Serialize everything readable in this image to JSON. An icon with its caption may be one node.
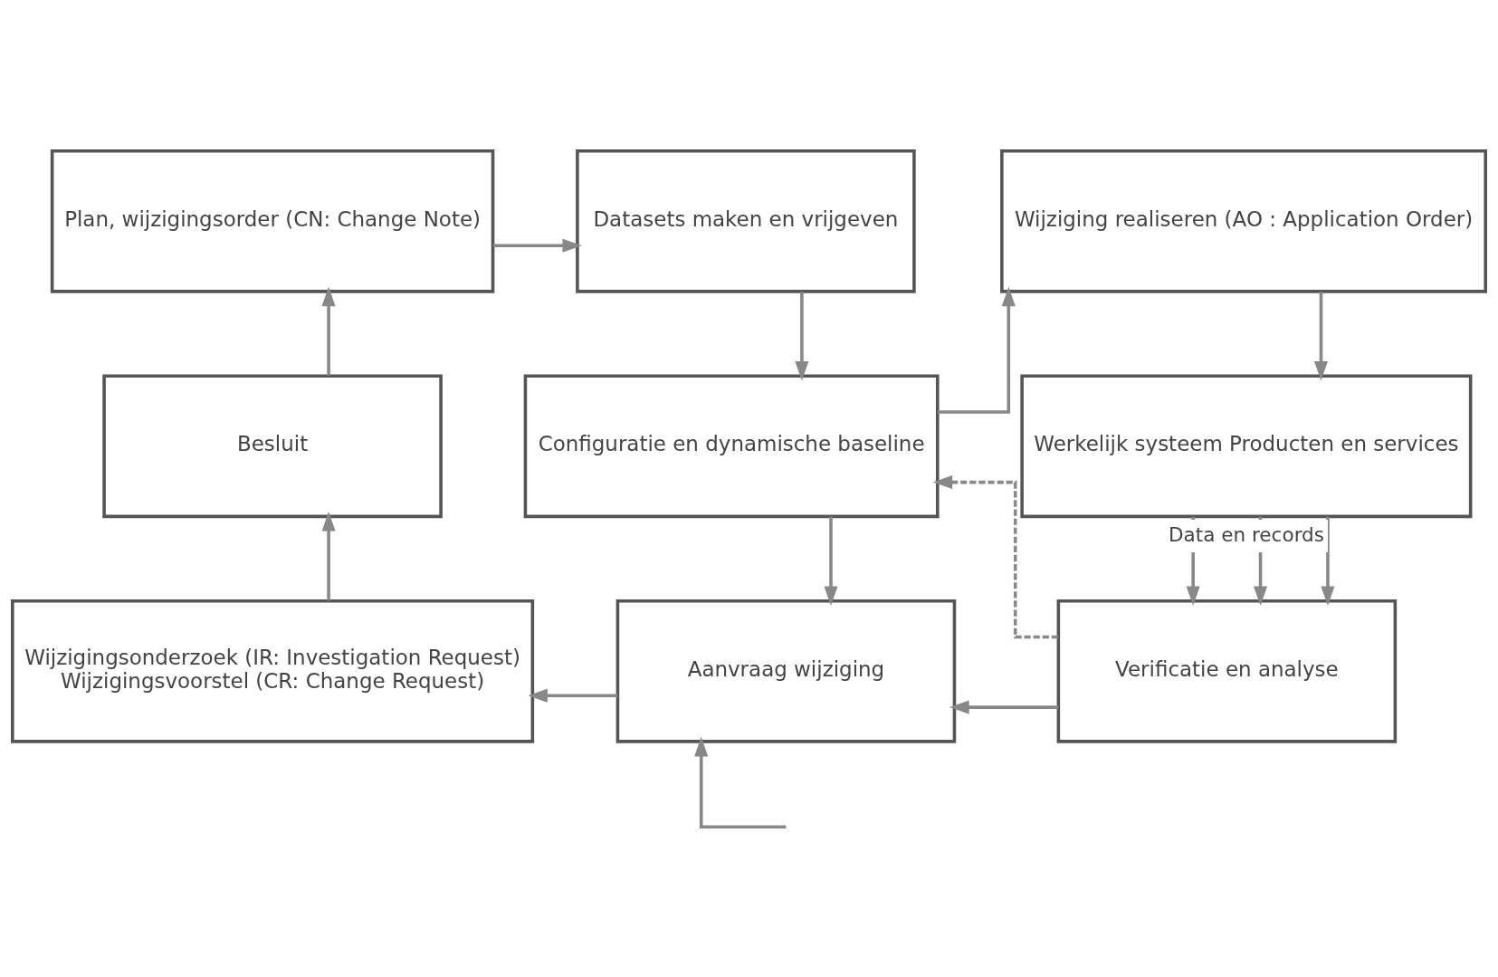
{
  "diagram": {
    "nodes": [
      {
        "text": [
          "Plan, wijzigingsorder (CN: Change Note)"
        ]
      },
      {
        "text": [
          "Datasets maken en vrijgeven"
        ]
      },
      {
        "text": [
          "Wijziging realiseren (AO : Application Order)"
        ]
      },
      {
        "text": [
          "Besluit"
        ]
      },
      {
        "text": [
          "Configuratie en dynamische baseline"
        ]
      },
      {
        "text": [
          "Werkelijk systeem Producten en services"
        ]
      },
      {
        "text": [
          "Wijzigingsonderzoek (IR: Investigation Request)",
          "Wijzigingsvoorstel (CR: Change Request)"
        ]
      },
      {
        "text": [
          "Aanvraag wijziging"
        ]
      },
      {
        "text": [
          "Verificatie en analyse"
        ]
      }
    ],
    "edges": [
      {
        "from": 0,
        "to": 1,
        "arrow": "to"
      },
      {
        "from": 1,
        "to": 4,
        "arrow": "to"
      },
      {
        "from": 4,
        "to": 2,
        "arrow": "to"
      },
      {
        "from": 2,
        "to": 5,
        "arrow": "to"
      },
      {
        "from": 5,
        "to": 8,
        "arrow": "to"
      },
      {
        "from": 5,
        "to": 8,
        "arrow": "to"
      },
      {
        "from": 5,
        "to": 8,
        "arrow": "to",
        "label": "Data en records"
      },
      {
        "from": 8,
        "to": 7,
        "arrow": "to"
      },
      {
        "from": 8,
        "to": 4,
        "arrow": "to",
        "style": "dashed"
      },
      {
        "from": 4,
        "to": 7,
        "arrow": "to"
      },
      {
        "from": 7,
        "to": 6,
        "arrow": "to"
      },
      {
        "from": 6,
        "to": 3,
        "arrow": "to"
      },
      {
        "from": 3,
        "to": 0,
        "arrow": "to"
      },
      {
        "from": null,
        "to": 7,
        "arrow": "to"
      }
    ]
  }
}
